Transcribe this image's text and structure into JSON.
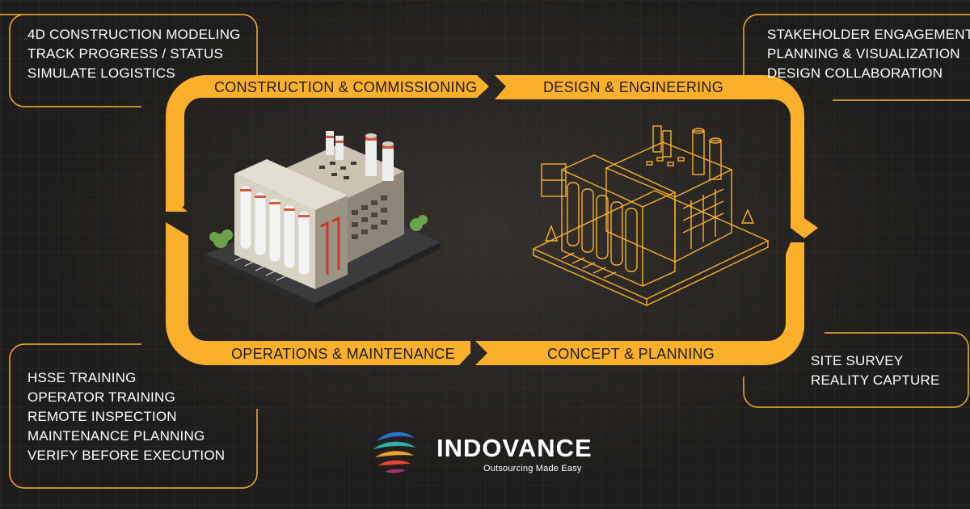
{
  "colors": {
    "accent": "#fbb02b",
    "background": "#1f1d1b",
    "box_border": "#fbb02b",
    "text": "#ffffff",
    "label_text": "#1d1b19",
    "wireframe": "#fbb02b"
  },
  "cycle": {
    "stages": [
      {
        "label": "CONSTRUCTION & COMMISSIONING"
      },
      {
        "label": "DESIGN & ENGINEERING"
      },
      {
        "label": "CONCEPT & PLANNING"
      },
      {
        "label": "OPERATIONS & MAINTENANCE"
      }
    ]
  },
  "boxes": {
    "top_left": {
      "lines": [
        "4D CONSTRUCTION MODELING",
        "TRACK PROGRESS / STATUS",
        "SIMULATE LOGISTICS"
      ]
    },
    "top_right": {
      "lines": [
        "STAKEHOLDER ENGAGEMENT",
        "PLANNING & VISUALIZATION",
        "DESIGN COLLABORATION"
      ]
    },
    "bottom_right": {
      "lines": [
        "SITE SURVEY",
        "REALITY CAPTURE"
      ]
    },
    "bottom_left": {
      "lines": [
        "HSSE TRAINING",
        "OPERATOR TRAINING",
        "REMOTE INSPECTION",
        "MAINTENANCE PLANNING",
        "VERIFY BEFORE EXECUTION"
      ]
    }
  },
  "illustrations": {
    "left": {
      "icon": "factory-rendered-icon"
    },
    "right": {
      "icon": "factory-wireframe-icon"
    }
  },
  "logo": {
    "name": "INDOVANCE",
    "tagline": "Outsourcing Made Easy",
    "icon": "swirl-sphere-logo-icon"
  }
}
